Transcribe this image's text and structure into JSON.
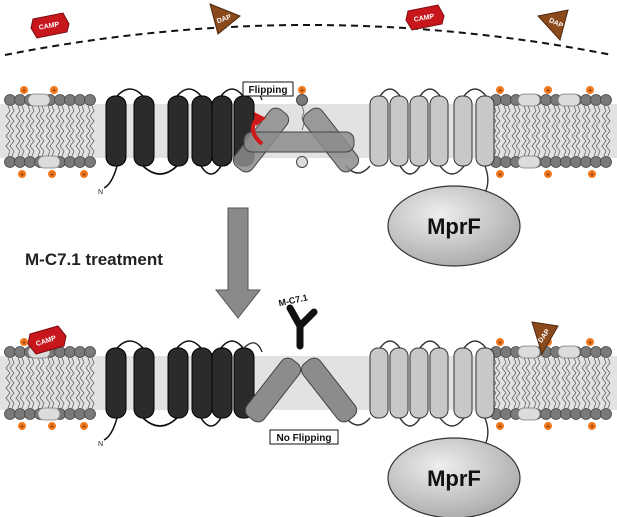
{
  "labels": {
    "camp": "CAMP",
    "dap": "DAP",
    "flipping": "Flipping",
    "no_flipping": "No Flipping",
    "treatment": "M-C7.1 treatment",
    "antibody": "M-C7.1",
    "mprf": "MprF",
    "n_terminus": "N"
  },
  "colors": {
    "camp": "#c8161d",
    "dap": "#8b4a1c",
    "dark_helix": "#2b2b2b",
    "light_helix": "#c8c8c8",
    "mid_helix": "#8c8c8c",
    "lipid_head": "#7a7a7a",
    "lipid_light": "#dcdcdc",
    "membrane_band": "#e2e2e2",
    "charge": "#f07a20",
    "flip_arrow": "#d11818",
    "mprf_body": "#c6c6c6"
  },
  "icons": {
    "flip": "curved-arrow-icon",
    "charge": "plus-charge-icon",
    "antibody": "y-shaped-antibody-icon"
  }
}
